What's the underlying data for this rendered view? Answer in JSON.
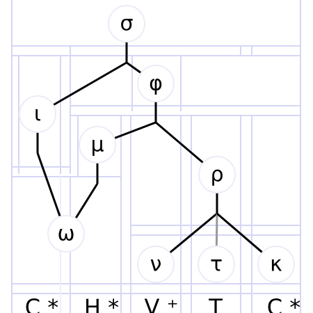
{
  "nodes": [
    {
      "id": "sigma",
      "label": "σ"
    },
    {
      "id": "phi",
      "label": "φ"
    },
    {
      "id": "iota",
      "label": "ι"
    },
    {
      "id": "mu",
      "label": "μ"
    },
    {
      "id": "rho",
      "label": "ρ"
    },
    {
      "id": "omega",
      "label": "ω"
    },
    {
      "id": "nu",
      "label": "ν"
    },
    {
      "id": "tau",
      "label": "τ"
    },
    {
      "id": "kappa",
      "label": "κ"
    }
  ],
  "edges": [
    {
      "from": "sigma",
      "to": "iota"
    },
    {
      "from": "sigma",
      "to": "phi"
    },
    {
      "from": "iota",
      "to": "omega"
    },
    {
      "from": "phi",
      "to": "mu"
    },
    {
      "from": "phi",
      "to": "rho"
    },
    {
      "from": "mu",
      "to": "omega"
    },
    {
      "from": "rho",
      "to": "nu"
    },
    {
      "from": "rho",
      "to": "tau",
      "color": "#999999"
    },
    {
      "from": "rho",
      "to": "kappa"
    }
  ],
  "footer": {
    "labels": [
      "C *",
      "H *",
      "V ⁺",
      "T",
      "C *"
    ]
  },
  "colors": {
    "grid": "#d6d6f6",
    "edge": "#000000",
    "edge_secondary": "#999999",
    "node_fill": "#ffffff"
  }
}
